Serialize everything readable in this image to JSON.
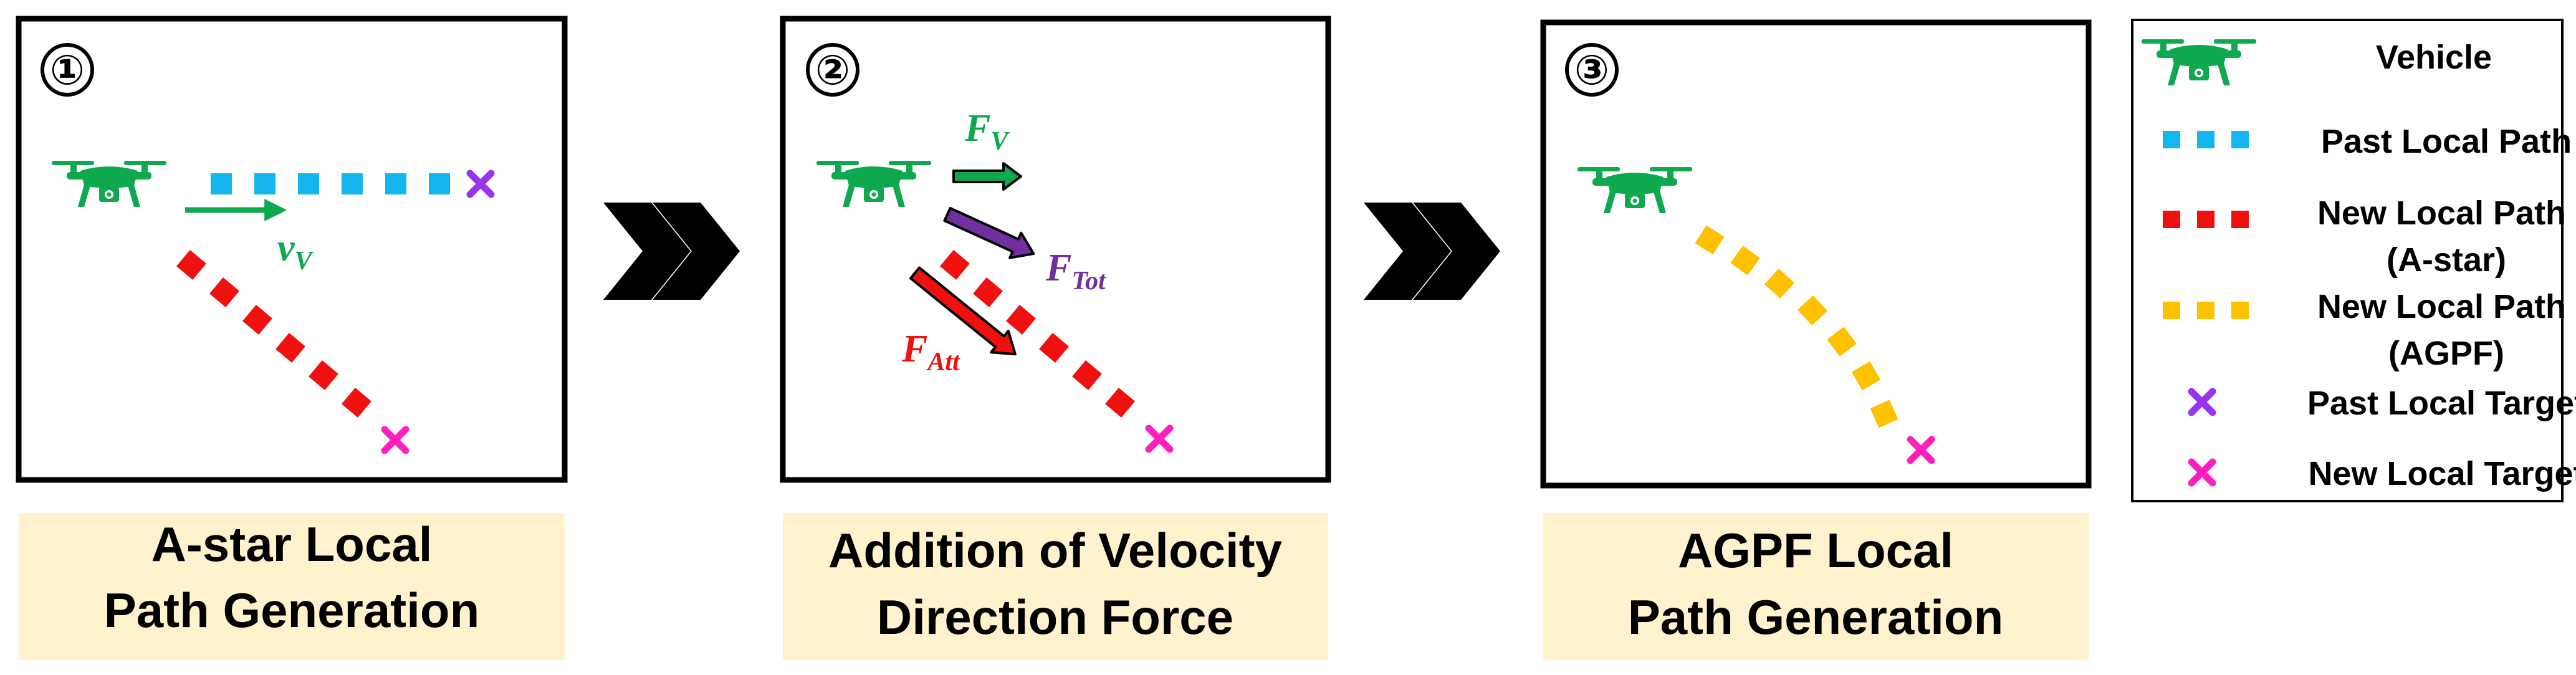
{
  "colors": {
    "vehicle": "#0ea84f",
    "past_path": "#13b6ee",
    "astar_path": "#ef1010",
    "agpf_path": "#ffc000",
    "past_target": "#9933ee",
    "new_target": "#ff1fbf",
    "f_tot": "#7030a0",
    "f_att": "#ef1010",
    "caption_bg": "#fff2cc"
  },
  "panels": [
    {
      "number": "①",
      "caption": [
        "A-star Local",
        "Path Generation"
      ],
      "velocity_label": {
        "main": "v",
        "sub": "V"
      }
    },
    {
      "number": "②",
      "caption": [
        "Addition of Velocity",
        "Direction Force"
      ],
      "forces": [
        {
          "main": "F",
          "sub": "V"
        },
        {
          "main": "F",
          "sub": "Tot"
        },
        {
          "main": "F",
          "sub": "Att"
        }
      ]
    },
    {
      "number": "③",
      "caption": [
        "AGPF Local",
        "Path Generation"
      ]
    }
  ],
  "legend": [
    {
      "icon": "drone-icon",
      "label": "Vehicle"
    },
    {
      "icon": "blue-dash-icon",
      "label": "Past Local Path"
    },
    {
      "icon": "red-dash-icon",
      "label": "New Local Path\n(A-star)"
    },
    {
      "icon": "yellow-dash-icon",
      "label": "New Local Path\n(AGPF)"
    },
    {
      "icon": "purple-cross-icon",
      "label": "Past Local Target"
    },
    {
      "icon": "magenta-cross-icon",
      "label": "New Local Target"
    }
  ]
}
